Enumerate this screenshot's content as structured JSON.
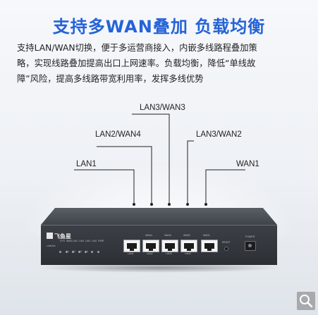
{
  "headline": "支持多WAN叠加 负载均衡",
  "description_lines": [
    "支持LAN/WAN切换，便于多运营商接入，内嵌多线路程叠加策",
    "略，实现线路叠加提高出口上网速率。负载均衡，降低“单线故",
    "障”风险，提高多线路带宽利用率，发挥多线优势"
  ],
  "port_callouts": {
    "lan3_wan3": "LAN3/WAN3",
    "lan2_wan4": "LAN2/WAN4",
    "lan3_wan2": "LAN3/WAN2",
    "lan1": "LAN1",
    "wan1": "WAN1"
  },
  "device": {
    "brand": "飞鱼星",
    "led_caption": "Link/Act",
    "led_labels": [
      "SYS",
      "WAN",
      "LAN",
      "LAN",
      "LAN",
      "LAN",
      "PWR"
    ],
    "led_numbers": [
      "L1",
      "L2",
      "L3",
      "L4"
    ],
    "port_top_labels": [
      "WAN4",
      "WAN3",
      "WAN2",
      "WAN1"
    ],
    "port_bottom_labels": [
      "LAN1",
      "LAN2",
      "LAN3",
      "LAN4"
    ],
    "reset_label": "RESET",
    "power_label": "POWER"
  },
  "colors": {
    "headline": "#2563d8",
    "device_body": "#35393e",
    "callout_line": "#222222"
  },
  "icons": {
    "zoom": "magnifier-icon"
  }
}
